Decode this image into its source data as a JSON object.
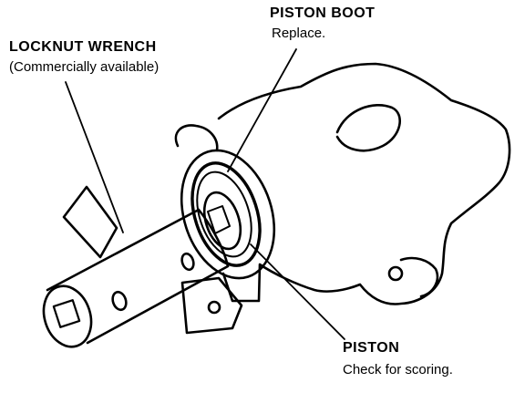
{
  "callouts": {
    "piston_boot": {
      "title": "PISTON BOOT",
      "note": "Replace."
    },
    "locknut_wrench": {
      "title": "LOCKNUT WRENCH",
      "note": "(Commercially available)"
    },
    "piston": {
      "title": "PISTON",
      "note": "Check for scoring."
    }
  },
  "colors": {
    "ink": "#000000",
    "paper": "#ffffff"
  }
}
